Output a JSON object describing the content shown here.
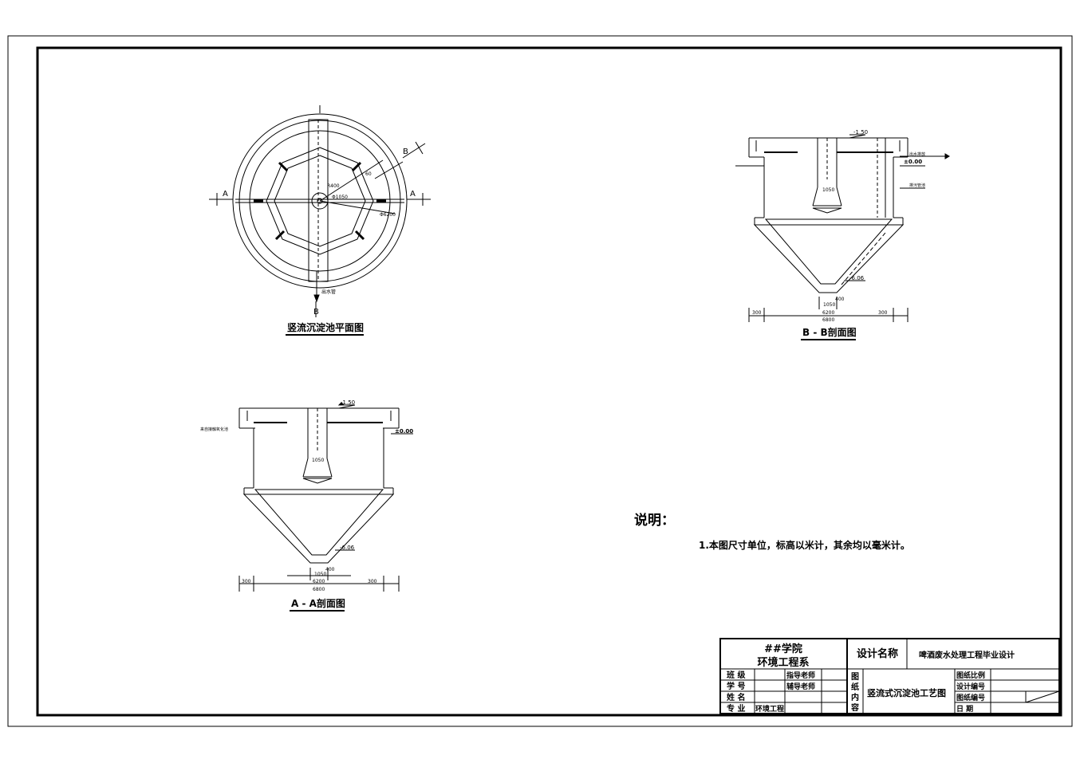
{
  "plan": {
    "title": "竖流沉淀池平面图",
    "cut_a": "A",
    "cut_b": "B",
    "dim_r400": "R400",
    "dim_d1050": "Φ1050",
    "dim_d6200": "Φ6200",
    "dim_60": "60",
    "label_outlet": "出水管"
  },
  "section_aa": {
    "title": "A - A剖面图",
    "elev_top": "-1.50",
    "elev_ground": "±0.00",
    "elev_bottom": "-6.06",
    "inlet_label": "来自接触氧化池",
    "dim_pipe": "1050",
    "dim_400": "400",
    "dim_1050": "1050",
    "dim_6200": "6200",
    "dim_6800": "6800",
    "dim_300_left": "300",
    "dim_300_right": "300"
  },
  "section_bb": {
    "title": "B - B剖面图",
    "elev_top": "-1.50",
    "elev_ground": "±0.00",
    "elev_bottom": "-6.06",
    "label_outlet": "出水排放",
    "label_sludge": "排污管池",
    "dim_pipe": "1050",
    "dim_400": "400",
    "dim_1050": "1050",
    "dim_6200": "6200",
    "dim_6800": "6800",
    "dim_300_left": "300",
    "dim_300_right": "300"
  },
  "notes": {
    "heading": "说明：",
    "items": [
      "1.本图尺寸单位，标高以米计，其余均以毫米计。"
    ]
  },
  "title_block": {
    "school": "##学院",
    "department": "环境工程系",
    "design_name_label": "设计名称",
    "design_name": "啤酒废水处理工程毕业设计",
    "class_label": "班  级",
    "student_no_label": "学  号",
    "name_label": "姓  名",
    "major_label": "专  业",
    "major": "环境工程",
    "advisor_label": "指导老师",
    "assistant_label": "辅导老师",
    "drawing_content_label": [
      "图",
      "纸",
      "内",
      "容"
    ],
    "drawing_content": "竖流式沉淀池工艺图",
    "scale_label": "图纸比例",
    "design_no_label": "设计编号",
    "drawing_no_label": "图纸编号",
    "date_label": "日  期"
  }
}
